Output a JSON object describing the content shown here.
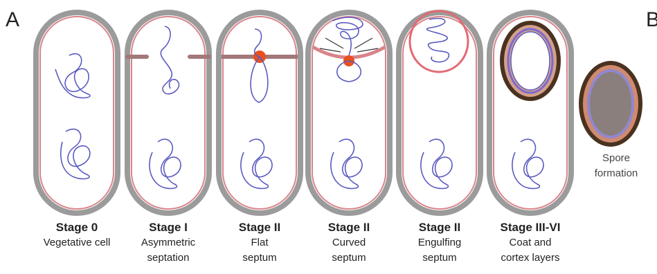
{
  "panel_letters": [
    "A",
    "B"
  ],
  "stages": [
    {
      "title": "Stage 0",
      "description": "Vegetative cell"
    },
    {
      "title": "Stage I",
      "description": "Asymmetric\nseptation"
    },
    {
      "title": "Stage II",
      "description": "Flat\nseptum"
    },
    {
      "title": "Stage II",
      "description": "Curved\nseptum"
    },
    {
      "title": "Stage II",
      "description": "Engulfing\nseptum"
    },
    {
      "title": "Stage III-VI",
      "description": "Coat and\ncortex layers"
    }
  ],
  "spore_label": "Spore\nformation",
  "colors": {
    "cell_wall": "#9b9b9b",
    "membrane": "#d9848a",
    "dna": "#5b5bc0",
    "septum_dot": "#e8501e",
    "coat": "#4a3220",
    "spore_core": "#8a7f7c"
  }
}
